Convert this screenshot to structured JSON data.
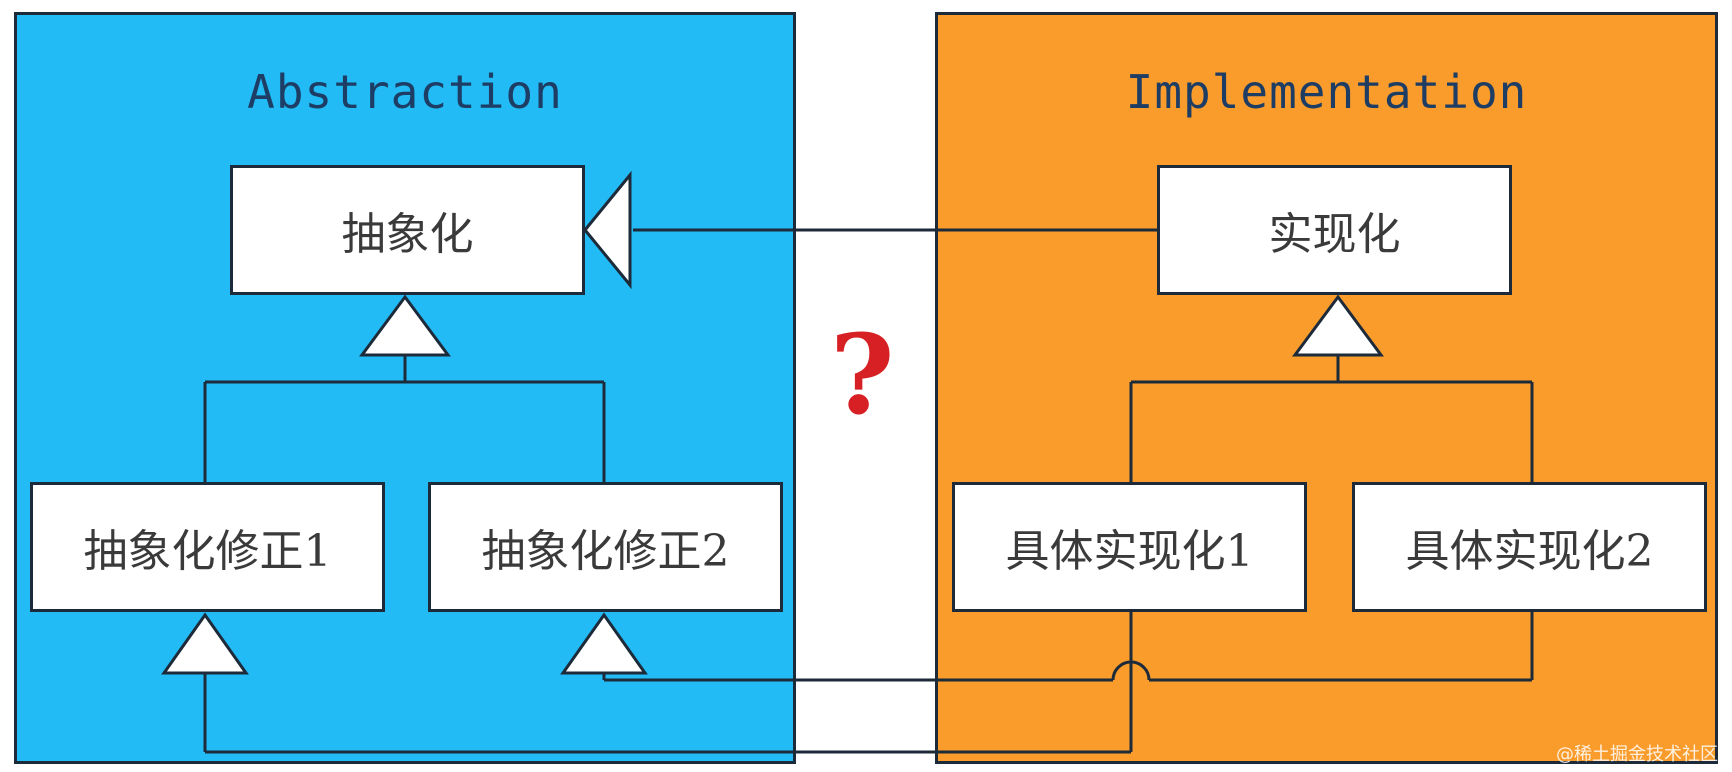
{
  "colors": {
    "abstraction_panel": "#22bbf5",
    "implementation_panel": "#f99c2b",
    "title_text": "#1d3d64",
    "question_mark": "#d62024",
    "line": "#1c2a3a"
  },
  "abstraction": {
    "title": "Abstraction",
    "root": "抽象化",
    "refined_1": "抽象化修正1",
    "refined_2": "抽象化修正2"
  },
  "implementation": {
    "title": "Implementation",
    "root": "实现化",
    "concrete_1": "具体实现化1",
    "concrete_2": "具体实现化2"
  },
  "bridge_label": "?",
  "watermark": "@稀土掘金技术社区"
}
